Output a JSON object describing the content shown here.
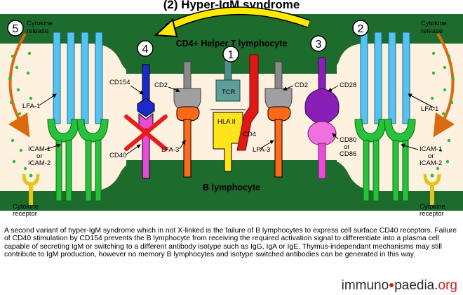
{
  "title": "(2) Hyper-IgM syndrome",
  "cells": {
    "t_cell": "CD4+ Helper T lymphocyte",
    "b_cell": "B lymphocyte"
  },
  "steps": [
    "1",
    "2",
    "3",
    "4",
    "5"
  ],
  "labels": {
    "cytokine_release": [
      "Cytokine",
      "release"
    ],
    "lfa1": "LFA-1",
    "icam": [
      "ICAM-1",
      "or",
      "ICAM-2"
    ],
    "cytokine_receptor": [
      "Cytokine",
      "receptor"
    ],
    "cd154": "CD154",
    "cd40": "CD40",
    "cd2": "CD2",
    "lfa3": "LFA-3",
    "tcr": "TCR",
    "hla2": "HLA II",
    "cd4": "CD4",
    "cd28": "CD28",
    "cd80_86": [
      "CD80",
      "or",
      "CD86"
    ]
  },
  "caption": "A second variant of hyper-IgM syndrome which in not X-linked is the failure of B lymphocytes to express cell surface CD40 receptors. Failure of CD40 stimulation by CD154 prevents the B lymphocyte from receiving the required activation signal to differentiate into a plasma cell capable of secreting IgM or switching to a different antibody isotype such as IgG, IgA or IgE. Thymus-independant mechanisms may still contribute to IgM production, however no memory B lymphocytes and isotype switched antibodies can be generated in this way.",
  "logo": {
    "part1": "immuno",
    "part2": "paedia",
    "part3": "org"
  },
  "colors": {
    "membrane": "#1e6b2e",
    "gap": "#fff1df",
    "lfa1": "#55c3f0",
    "icam": "#26c23a",
    "cd154": "#1a2acc",
    "cd40": "#e84bd6",
    "cd2": "#8a8a8a",
    "lfa3": "#ff6a1a",
    "tcr": "#4f8e88",
    "hla2": "#ffe41c",
    "cd4": "#e01818",
    "cd28": "#8a1fb8",
    "cd80": "#f070e0",
    "arrow_yellow": "#ffea00",
    "arrow_orange": "#d96a10",
    "cross": "#e81c1c"
  }
}
